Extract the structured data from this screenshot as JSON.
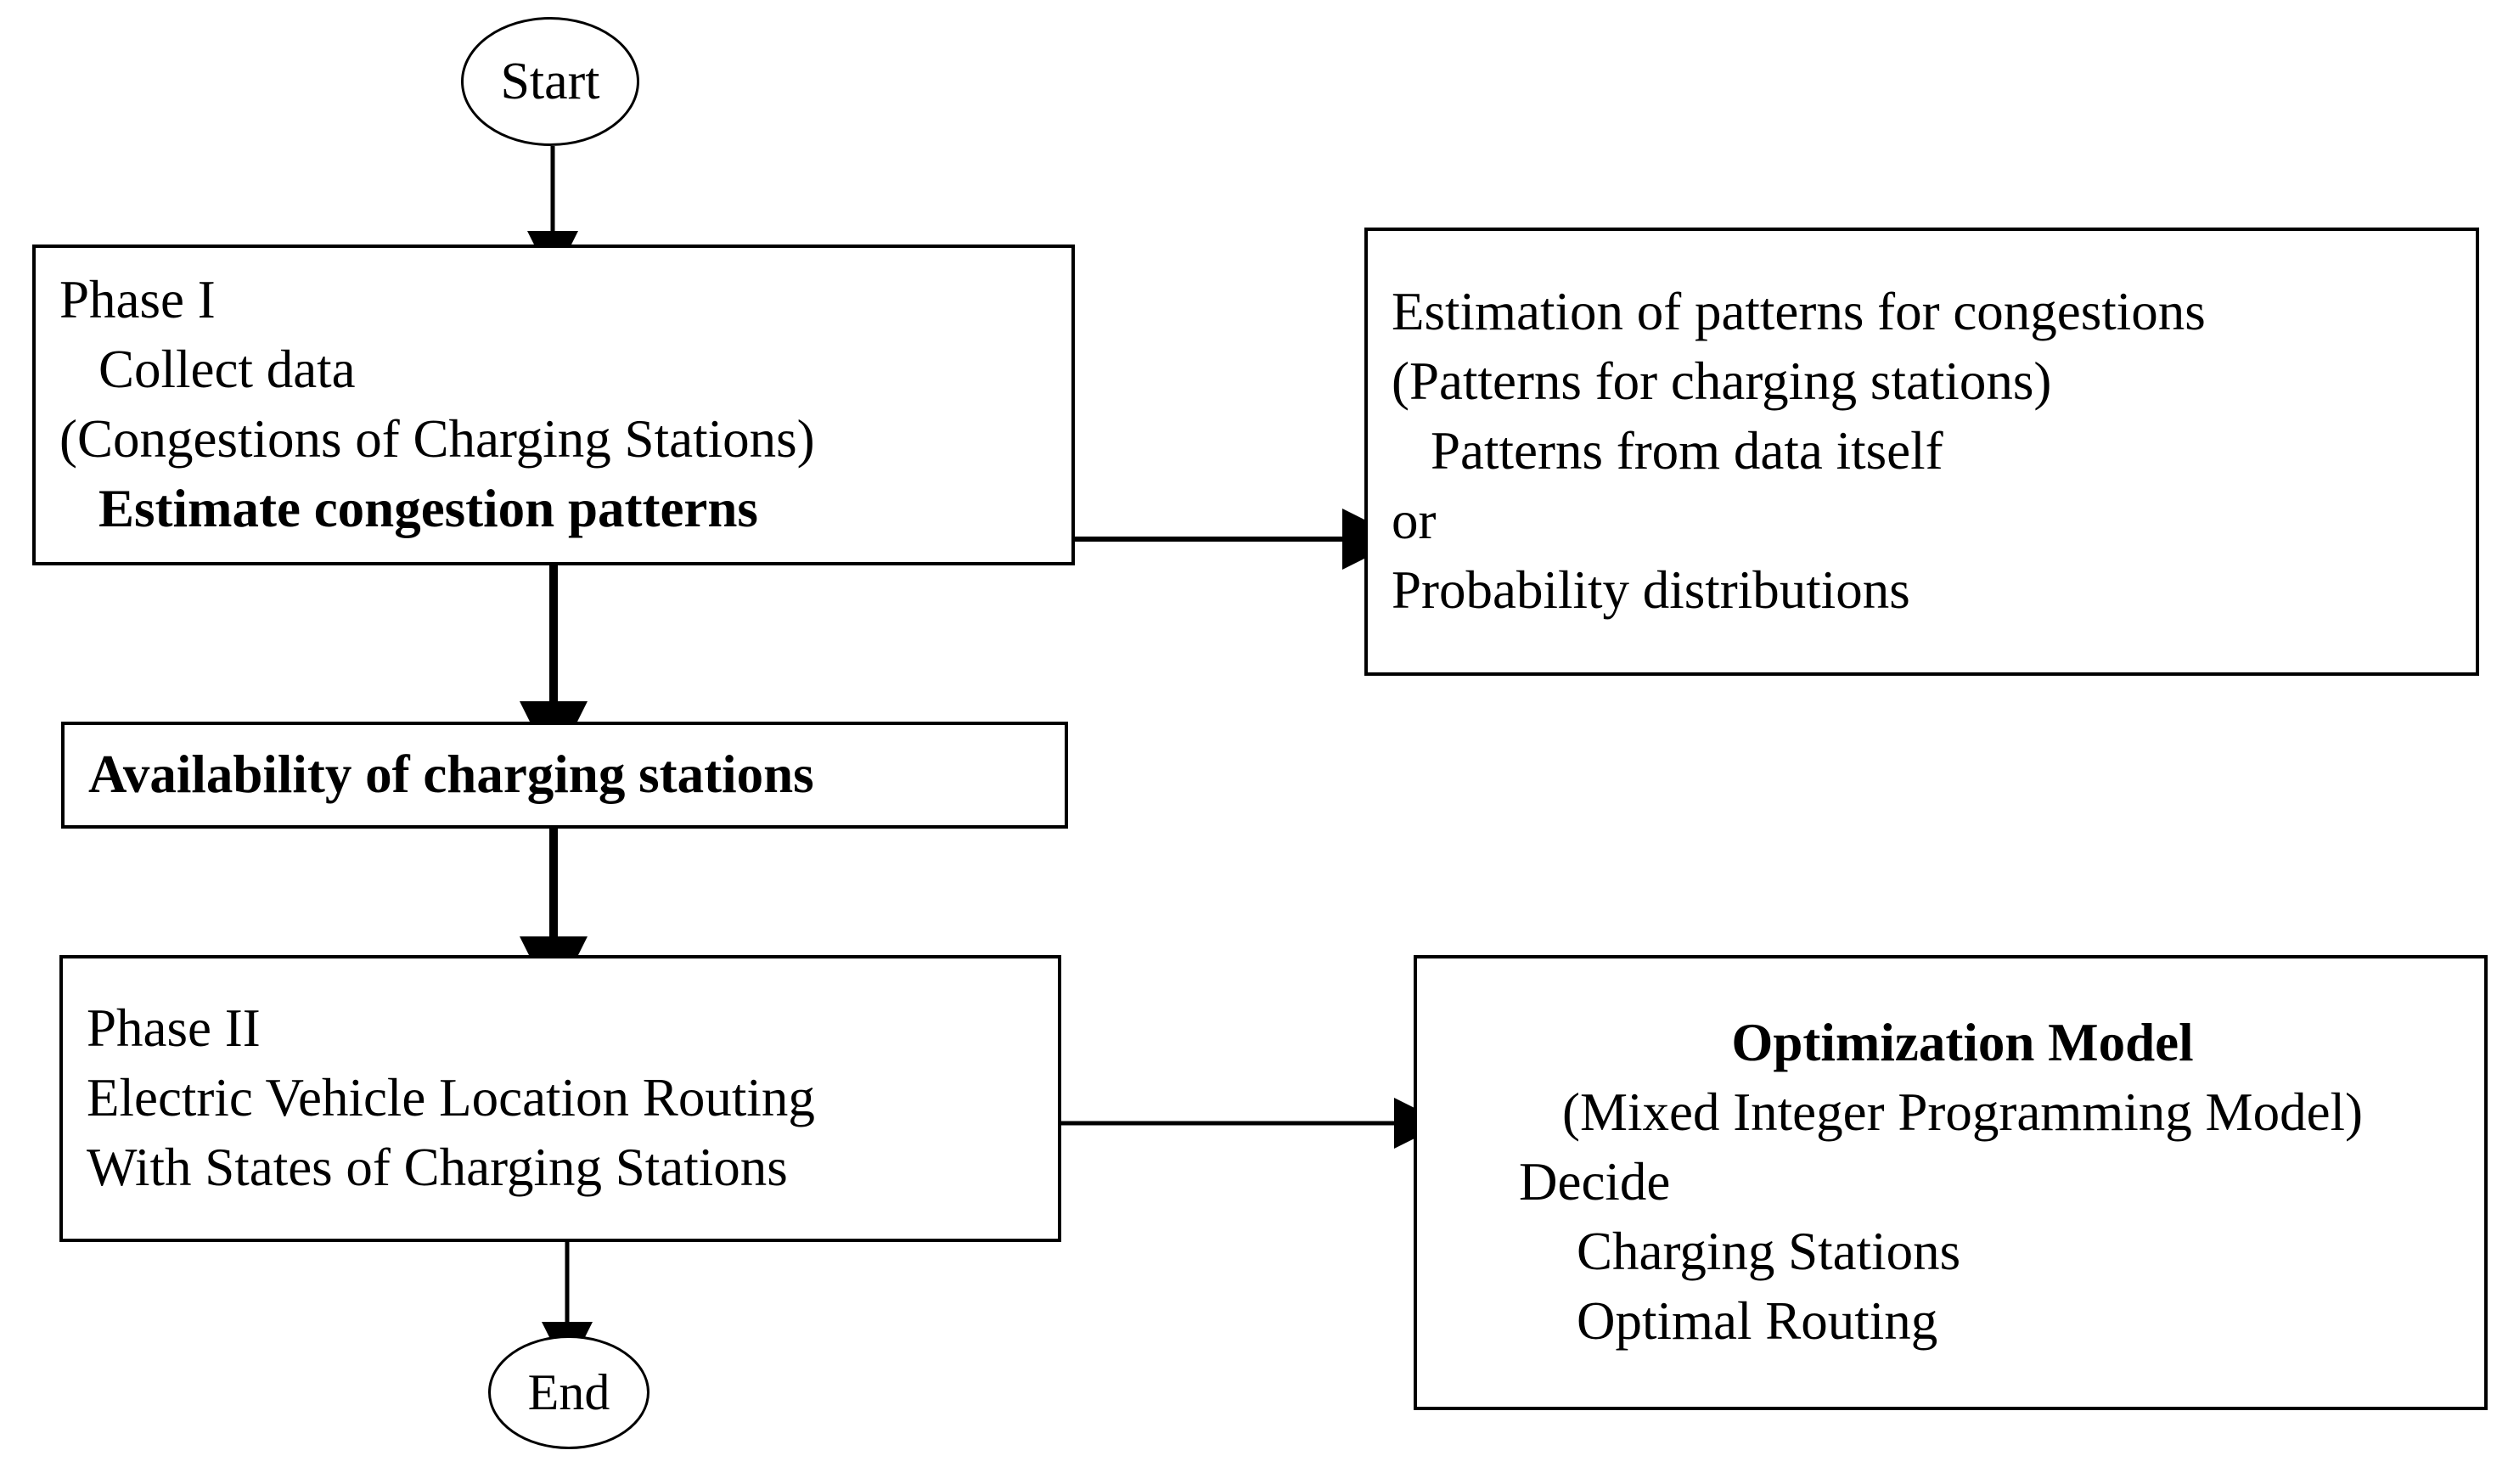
{
  "diagram": {
    "title": "Two-phase electric vehicle charging station methodology flowchart",
    "stroke_color": "#000000",
    "background_color": "#ffffff"
  },
  "nodes": {
    "start": {
      "label": "Start",
      "shape": "ellipse"
    },
    "phase1": {
      "shape": "rectangle",
      "lines": [
        "Phase I",
        "Collect data",
        "(Congestions of Charging Stations)",
        "Estimate congestion patterns"
      ],
      "bold_lines": [
        3
      ]
    },
    "estimation": {
      "shape": "rectangle",
      "lines": [
        "Estimation of patterns for congestions",
        "(Patterns for charging stations)",
        "Patterns from data itself",
        "or",
        "Probability distributions"
      ]
    },
    "availability": {
      "shape": "rectangle",
      "lines": [
        "Availability of charging stations"
      ],
      "bold_lines": [
        0
      ]
    },
    "phase2": {
      "shape": "rectangle",
      "lines": [
        "Phase II",
        "Electric Vehicle Location Routing",
        "With States of Charging Stations"
      ]
    },
    "optimization": {
      "shape": "rectangle",
      "lines": [
        "Optimization Model",
        "(Mixed Integer Programming Model)",
        "Decide",
        "Charging Stations",
        "Optimal Routing"
      ],
      "bold_lines": [
        0
      ]
    },
    "end": {
      "label": "End",
      "shape": "ellipse"
    }
  },
  "edges": [
    {
      "from": "start",
      "to": "phase1",
      "direction": "down",
      "style": "thin-arrow"
    },
    {
      "from": "phase1",
      "to": "estimation",
      "direction": "right",
      "style": "thin-arrow"
    },
    {
      "from": "phase1",
      "to": "availability",
      "direction": "down",
      "style": "thick-arrow"
    },
    {
      "from": "availability",
      "to": "phase2",
      "direction": "down",
      "style": "thick-arrow"
    },
    {
      "from": "phase2",
      "to": "optimization",
      "direction": "right",
      "style": "thin-arrow"
    },
    {
      "from": "phase2",
      "to": "end",
      "direction": "down",
      "style": "thin-arrow"
    }
  ]
}
